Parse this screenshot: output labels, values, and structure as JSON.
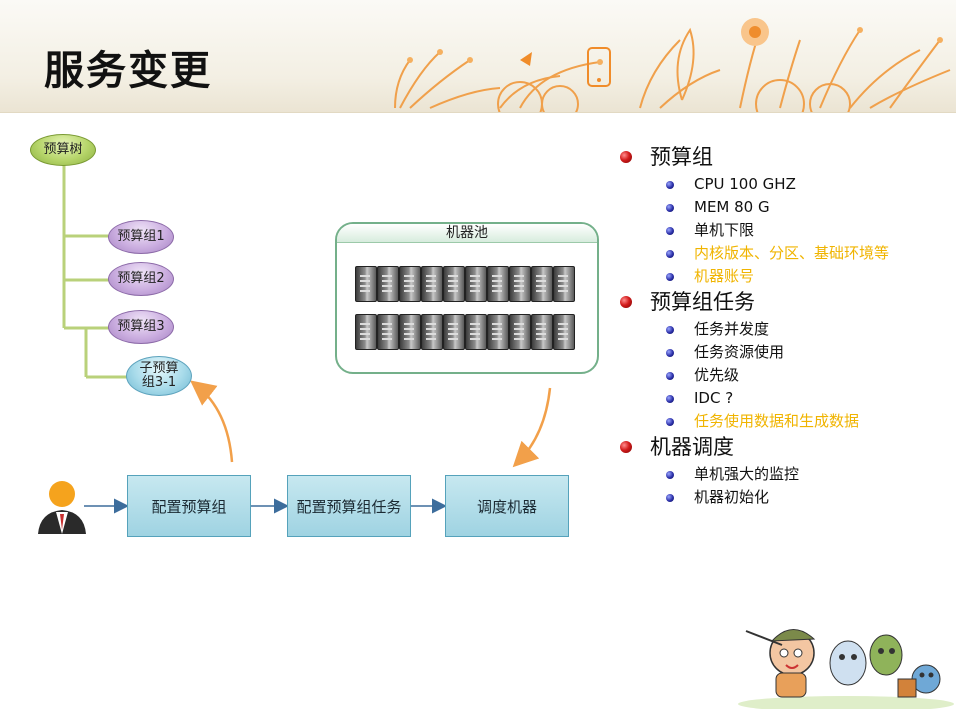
{
  "slide": {
    "title": "服务变更"
  },
  "tree": {
    "root": "预算树",
    "groups": [
      "预算组1",
      "预算组2",
      "预算组3"
    ],
    "subgroup": "子预算\n组3-1"
  },
  "pool": {
    "label": "机器池",
    "server_rows": 2,
    "servers_per_row": 10
  },
  "flow": {
    "steps": [
      "配置预算组",
      "配置预算组任务",
      "调度机器"
    ]
  },
  "bullets": [
    {
      "text": "预算组",
      "items": [
        {
          "text": "CPU 100 GHZ",
          "highlight": false
        },
        {
          "text": "MEM 80 G",
          "highlight": false
        },
        {
          "text": "单机下限",
          "highlight": false
        },
        {
          "text": "内核版本、分区、基础环境等",
          "highlight": true
        },
        {
          "text": "机器账号",
          "highlight": true
        }
      ]
    },
    {
      "text": "预算组任务",
      "items": [
        {
          "text": "任务并发度",
          "highlight": false
        },
        {
          "text": "任务资源使用",
          "highlight": false
        },
        {
          "text": "优先级",
          "highlight": false
        },
        {
          "text": "IDC  ?",
          "highlight": false
        },
        {
          "text": "任务使用数据和生成数据",
          "highlight": true
        }
      ]
    },
    {
      "text": "机器调度",
      "items": [
        {
          "text": "单机强大的监控",
          "highlight": false
        },
        {
          "text": "机器初始化",
          "highlight": false
        }
      ]
    }
  ],
  "colors": {
    "highlight": "#f0b400",
    "arrow_orange": "#f2a04a",
    "arrow_blue": "#3d6d9c"
  }
}
